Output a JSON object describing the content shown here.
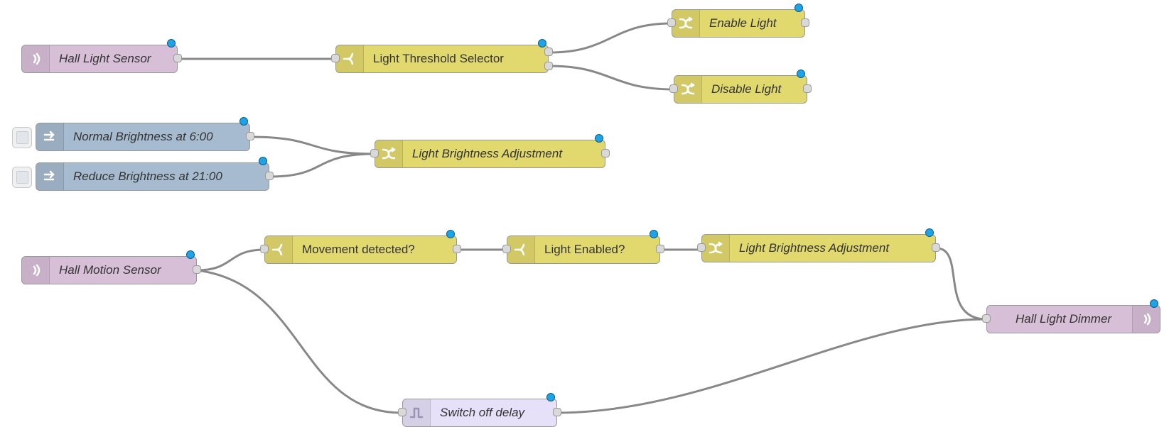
{
  "colors": {
    "mqtt": "#d8bfd8",
    "switch": "#e2d96e",
    "change": "#e2d96e",
    "inject": "#a6bbcf",
    "trigger": "#e6e0f8",
    "wire": "#888888",
    "status_dot": "#1fa3e6"
  },
  "nodes": {
    "hall_light_sensor": {
      "label": "Hall Light Sensor",
      "type": "mqtt-in",
      "icon": "bridge-icon"
    },
    "light_threshold_selector": {
      "label": "Light Threshold Selector",
      "type": "switch",
      "icon": "switch-icon"
    },
    "enable_light": {
      "label": "Enable Light",
      "type": "change",
      "icon": "shuffle-icon"
    },
    "disable_light": {
      "label": "Disable Light",
      "type": "change",
      "icon": "shuffle-icon"
    },
    "normal_brightness": {
      "label": "Normal Brightness at 6:00",
      "type": "inject",
      "icon": "arrow-in-icon"
    },
    "reduce_brightness": {
      "label": "Reduce Brightness at 21:00",
      "type": "inject",
      "icon": "arrow-in-icon"
    },
    "brightness_adjust_1": {
      "label": "Light Brightness Adjustment",
      "type": "change",
      "icon": "shuffle-icon"
    },
    "hall_motion_sensor": {
      "label": "Hall Motion Sensor",
      "type": "mqtt-in",
      "icon": "bridge-icon"
    },
    "movement_detected": {
      "label": "Movement detected?",
      "type": "switch",
      "icon": "switch-icon"
    },
    "light_enabled": {
      "label": "Light Enabled?",
      "type": "switch",
      "icon": "switch-icon"
    },
    "brightness_adjust_2": {
      "label": "Light Brightness Adjustment",
      "type": "change",
      "icon": "shuffle-icon"
    },
    "hall_light_dimmer": {
      "label": "Hall Light Dimmer",
      "type": "mqtt-out",
      "icon": "bridge-icon"
    },
    "switch_off_delay": {
      "label": "Switch off delay",
      "type": "trigger",
      "icon": "trigger-icon"
    }
  }
}
